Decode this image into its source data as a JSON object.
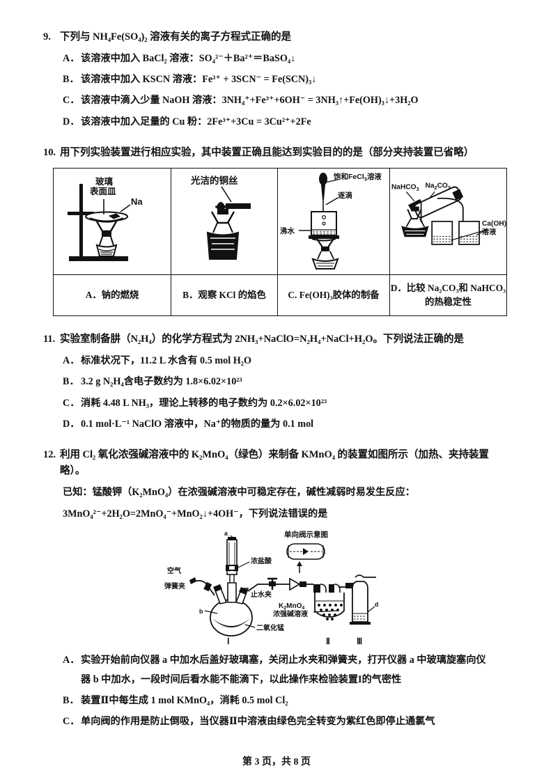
{
  "document": {
    "footer": "第 3 页，共 8 页"
  },
  "questions": [
    {
      "number": "9.",
      "stem": "下列与 NH₄Fe(SO₄)₂ 溶液有关的离子方程式正确的是",
      "options": [
        {
          "letter": "A．",
          "text": "该溶液中加入 BaCl₂ 溶液：SO₄²⁻＋Ba²⁺＝BaSO₄↓"
        },
        {
          "letter": "B．",
          "text": "该溶液中加入 KSCN 溶液：Fe³⁺ + 3SCN⁻ = Fe(SCN)₃↓"
        },
        {
          "letter": "C．",
          "text": "该溶液中滴入少量 NaOH 溶液：3NH₄⁺+Fe³⁺+6OH⁻ = 3NH₃↑+Fe(OH)₃↓+3H₂O"
        },
        {
          "letter": "D．",
          "text": "该溶液中加入足量的 Cu 粉：2Fe³⁺+3Cu = 3Cu²⁺+2Fe"
        }
      ]
    },
    {
      "number": "10.",
      "stem": "用下列实验装置进行相应实验，其中装置正确且能达到实验目的的是（部分夹持装置已省略）",
      "table": {
        "figures": [
          {
            "name": "sodium-burning-apparatus",
            "labels": [
              "玻璃",
              "表面皿",
              "Na"
            ]
          },
          {
            "name": "copper-wire-flame-apparatus",
            "labels": [
              "光洁的铜丝"
            ]
          },
          {
            "name": "feoh3-colloid-apparatus",
            "labels": [
              "饱和FeCl₃溶液",
              "逐滴",
              "沸水"
            ]
          },
          {
            "name": "carbonate-stability-apparatus",
            "labels": [
              "NaHCO₃",
              "Na₂CO₃",
              "Ca(OH)₂",
              "溶液"
            ]
          }
        ],
        "captions": [
          "A．钠的燃烧",
          "B．观察 KCl 的焰色",
          "C. Fe(OH)₃胶体的制备",
          "D．比较 Na₂CO₃和 NaHCO₃ 的热稳定性"
        ]
      }
    },
    {
      "number": "11.",
      "stem": "实验室制备肼（N₂H₄）的化学方程式为 2NH₃+NaClO=N₂H₄+NaCl+H₂O。下列说法正确的是",
      "options": [
        {
          "letter": "A．",
          "text": "标准状况下，11.2 L 水含有 0.5 mol H₂O"
        },
        {
          "letter": "B．",
          "text": "3.2 g N₂H₄含电子数约为 1.8×6.02×10²³"
        },
        {
          "letter": "C．",
          "text": "消耗 4.48 L NH₃，理论上转移的电子数约为 0.2×6.02×10²³"
        },
        {
          "letter": "D．",
          "text": "0.1 mol·L⁻¹ NaClO 溶液中，Na⁺的物质的量为 0.1 mol"
        }
      ]
    },
    {
      "number": "12.",
      "stem": "利用 Cl₂ 氧化浓强碱溶液中的 K₂MnO₄（绿色）来制备 KMnO₄ 的装置如图所示（加热、夹持装置略）。",
      "given_line": "已知：锰酸钾（K₂MnO₄）在浓强碱溶液中可稳定存在，碱性减弱时易发生反应：",
      "equation_line": "3MnO₄²⁻+2H₂O=2MnO₄⁻+MnO₂↓+4OH⁻，下列说法错误的是",
      "figure": {
        "name": "kmno4-preparation-apparatus",
        "labels": {
          "air": "空气",
          "spring_clip": "弹簧夹",
          "conc_hcl": "浓盐酸",
          "pinch_clamp": "止水夹",
          "mno2": "二氧化锰",
          "valve_title": "单向阀示意图",
          "k2mno4": "K₂MnO₄",
          "strong_base": "浓强碱溶液",
          "point_a": "a",
          "point_b": "b",
          "point_d": "d",
          "numeral_1": "Ⅰ",
          "numeral_2": "Ⅱ",
          "numeral_3": "Ⅲ"
        }
      },
      "options": [
        {
          "letter": "A．",
          "text": "实验开始前向仪器 a 中加水后盖好玻璃塞，关闭止水夹和弹簧夹，打开仪器 a 中玻璃旋塞向仪"
        },
        {
          "letter": "",
          "text": "器 b 中加水，一段时间后看水能不能滴下，以此操作来检验装置I的气密性"
        },
        {
          "letter": "B．",
          "text": "装置Ⅱ中每生成 1 mol KMnO₄，消耗 0.5 mol Cl₂"
        },
        {
          "letter": "C．",
          "text": "单向阀的作用是防止倒吸，当仪器Ⅱ中溶液由绿色完全转变为紫红色即停止通氯气"
        }
      ]
    }
  ]
}
